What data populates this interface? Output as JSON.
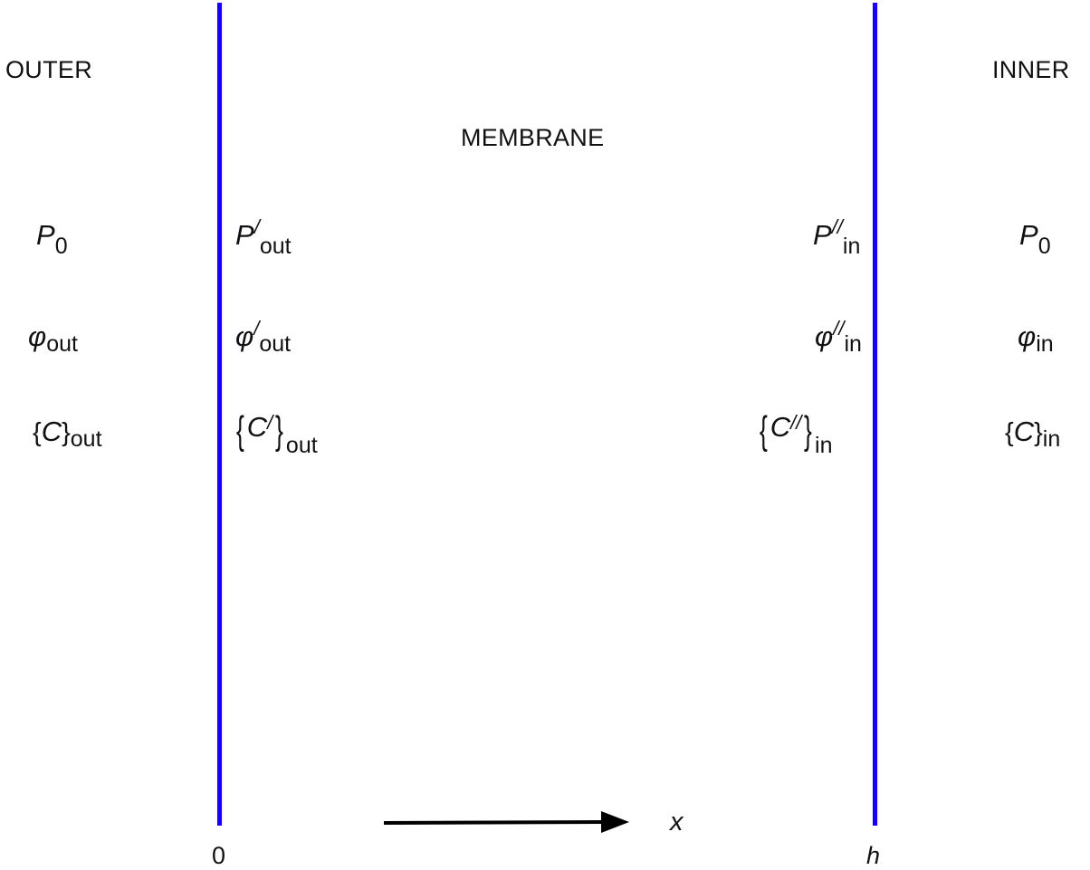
{
  "regions": {
    "outer": "OUTER",
    "membrane": "MEMBRANE",
    "inner": "INNER"
  },
  "walls": {
    "color": "#1500f5",
    "left_position_label": "0",
    "right_position_label": "h"
  },
  "axis": {
    "label": "x",
    "direction": "right"
  },
  "outer_column": {
    "pressure": {
      "base": "P",
      "sub": "0"
    },
    "potential": {
      "base": "φ",
      "sub": "out"
    },
    "concentration": {
      "open": "{",
      "base": "C",
      "close": "}",
      "sub": "out"
    }
  },
  "membrane_left_column": {
    "pressure": {
      "base": "P",
      "sup": "/",
      "sub": "out"
    },
    "potential": {
      "base": "φ",
      "sup": "/",
      "sub": "out"
    },
    "concentration": {
      "open": "{",
      "base": "C",
      "sup": "/",
      "close": "}",
      "sub": "out"
    }
  },
  "membrane_right_column": {
    "pressure": {
      "base": "P",
      "sup": "//",
      "sub": "in"
    },
    "potential": {
      "base": "φ",
      "sup": "//",
      "sub": "in"
    },
    "concentration": {
      "open": "{",
      "base": "C",
      "sup": "//",
      "close": "}",
      "sub": "in"
    }
  },
  "inner_column": {
    "pressure": {
      "base": "P",
      "sub": "0"
    },
    "potential": {
      "base": "φ",
      "sub": "in"
    },
    "concentration": {
      "open": "{",
      "base": "C",
      "close": "}",
      "sub": "in"
    }
  }
}
